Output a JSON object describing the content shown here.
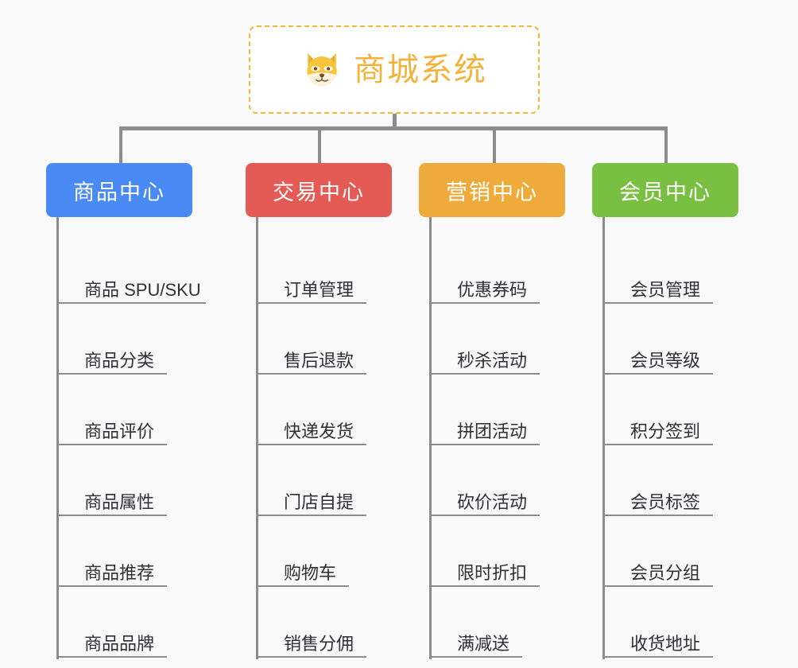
{
  "diagram": {
    "title": "商城系统",
    "root_icon": "shiba-dog-emoji",
    "background_color": "#f9f9f9",
    "root": {
      "label": "商城系统",
      "text_color": "#f2b33d",
      "border_color": "#f0b93c",
      "background_color": "#ffffff"
    },
    "connector_color": "#8c8c8c",
    "branches": [
      {
        "label": "商品中心",
        "color": "#4a8af4",
        "items": [
          "商品 SPU/SKU",
          "商品分类",
          "商品评价",
          "商品属性",
          "商品推荐",
          "商品品牌"
        ]
      },
      {
        "label": "交易中心",
        "color": "#e45b55",
        "items": [
          "订单管理",
          "售后退款",
          "快递发货",
          "门店自提",
          "购物车",
          "销售分佣"
        ]
      },
      {
        "label": "营销中心",
        "color": "#eeab3c",
        "items": [
          "优惠券码",
          "秒杀活动",
          "拼团活动",
          "砍价活动",
          "限时折扣",
          "满减送"
        ]
      },
      {
        "label": "会员中心",
        "color": "#79c042",
        "items": [
          "会员管理",
          "会员等级",
          "积分签到",
          "会员标签",
          "会员分组",
          "收货地址"
        ]
      }
    ]
  }
}
